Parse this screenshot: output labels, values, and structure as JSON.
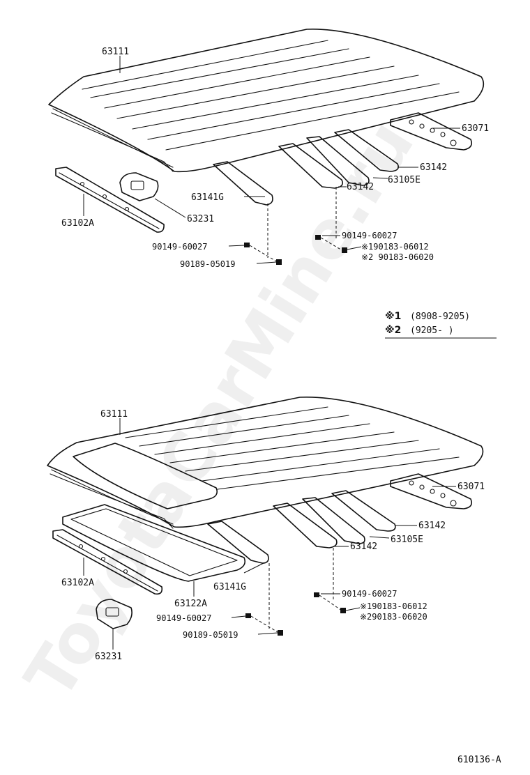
{
  "watermark": "ToyotaCarMine.ru",
  "diagram_code": "610136-A",
  "legend": {
    "row1_mark": "※1",
    "row1_text": "(8908-9205)",
    "row2_mark": "※2",
    "row2_text": "(9205-     )"
  },
  "top_section": {
    "roof_panel": "63111",
    "rear_bow": "63071",
    "bow_a": "63142",
    "bow_b": "63142",
    "bow_mid": "63105E",
    "front_bow": "63141G",
    "front_rail": "63102A",
    "bracket": "63231",
    "screw_left": "90149-60027",
    "clip_left": "90189-05019",
    "screw_right": "90149-60027",
    "clip_right_1": "※190183-06012",
    "clip_right_2": "※2 90183-06020"
  },
  "bottom_section": {
    "roof_panel": "63111",
    "rear_bow": "63071",
    "bow_a": "63142",
    "bow_b": "63142",
    "bow_mid": "63105E",
    "front_bow": "63141G",
    "front_rail": "63102A",
    "sunroof_frame": "63122A",
    "bracket": "63231",
    "screw_left": "90149-60027",
    "clip_left": "90189-05019",
    "screw_right": "90149-60027",
    "clip_right_1": "※190183-06012",
    "clip_right_2": "※290183-06020"
  }
}
